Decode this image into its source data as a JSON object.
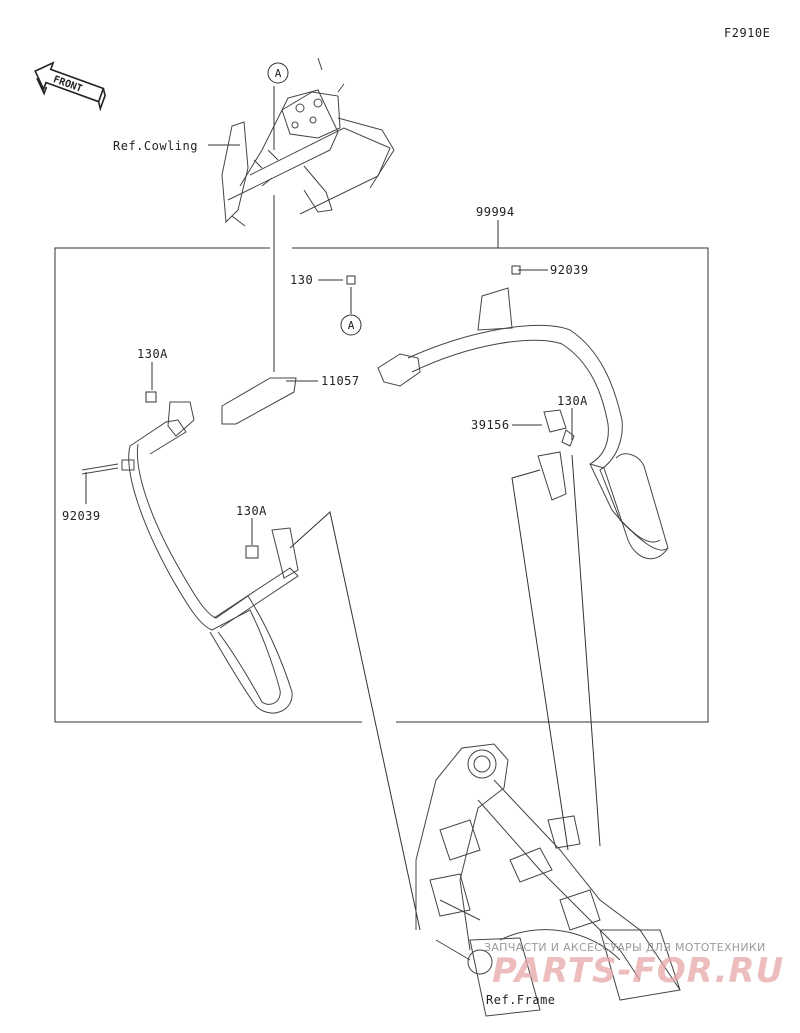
{
  "figure_code": "F2910E",
  "front_label": "FRONT",
  "ref_cowling": "Ref.Cowling",
  "ref_frame": "Ref.Frame",
  "callout_a": "A",
  "parts": {
    "assembly": "99994",
    "bolt": "130",
    "bolt_a_left_top": "130A",
    "bolt_a_left_mid": "130A",
    "bolt_a_right": "130A",
    "clamp_right": "92039",
    "clamp_left": "92039",
    "bracket": "11057",
    "cap": "39156"
  },
  "watermark": {
    "line1": "ЗАПЧАСТИ И АКСЕССУАРЫ ДЛЯ МОТОТЕХНИКИ",
    "line2": "PARTS-FOR.RU"
  }
}
